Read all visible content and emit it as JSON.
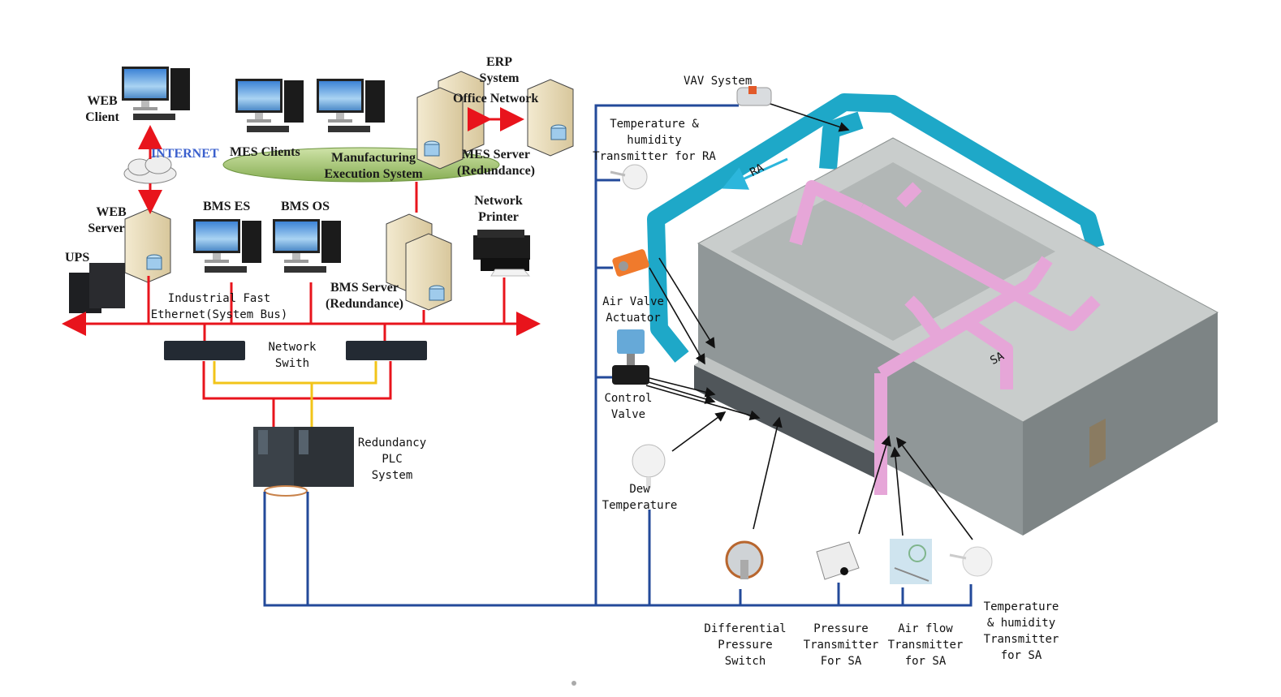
{
  "diagram": {
    "left_network": {
      "web_client": "WEB Client",
      "internet": "INTERNET",
      "mes_clients": "MES Clients",
      "mes_ellipse_line1": "Manufacturing",
      "mes_ellipse_line2": "Execution System",
      "erp_line1": "ERP",
      "erp_line2": "System",
      "office_network": "Office Network",
      "mes_server_line1": "MES Server",
      "mes_server_line2": "(Redundance)",
      "web_server_line1": "WEB",
      "web_server_line2": "Server",
      "ups": "UPS",
      "bms_es": "BMS ES",
      "bms_os": "BMS OS",
      "network_printer_line1": "Network",
      "network_printer_line2": "Printer",
      "bms_server_line1": "BMS Server",
      "bms_server_line2": "(Redundance)",
      "ethernet_line1": "Industrial Fast",
      "ethernet_line2": "Ethernet(System Bus)",
      "switch_line1": "Network",
      "switch_line2": "Swith",
      "plc_line1": "Redundancy",
      "plc_line2": "PLC",
      "plc_line3": "System"
    },
    "right_hvac": {
      "vav": "VAV System",
      "ra_sensor_line1": "Temperature &",
      "ra_sensor_line2": "humidity",
      "ra_sensor_line3": "Transmitter for RA",
      "ra_label": "RA",
      "sa_label": "SA",
      "air_valve_line1": "Air Valve",
      "air_valve_line2": "Actuator",
      "control_valve_line1": "Control",
      "control_valve_line2": "Valve",
      "dew_line1": "Dew",
      "dew_line2": "Temperature",
      "dps_line1": "Differential",
      "dps_line2": "Pressure",
      "dps_line3": "Switch",
      "pt_line1": "Pressure",
      "pt_line2": "Transmitter",
      "pt_line3": "For SA",
      "af_line1": "Air flow",
      "af_line2": "Transmitter",
      "af_line3": "for SA",
      "th_sa_line1": "Temperature",
      "th_sa_line2": "& humidity",
      "th_sa_line3": "Transmitter",
      "th_sa_line4": "for SA"
    },
    "colors": {
      "ethernet": "#e8141c",
      "redundant_link": "#f2c419",
      "field_bus": "#234a9a",
      "return_duct": "#1ea8c8",
      "supply_duct": "#e6a6d8",
      "mes_ellipse": "#a8c87a",
      "internet_text": "#3a5fcd"
    }
  }
}
